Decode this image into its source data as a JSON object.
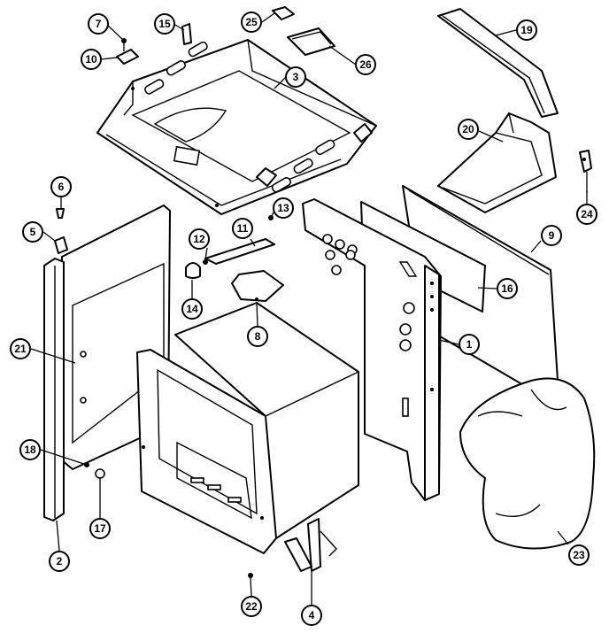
{
  "callouts": [
    {
      "id": "c7",
      "label": "7"
    },
    {
      "id": "c10",
      "label": "10"
    },
    {
      "id": "c15",
      "label": "15"
    },
    {
      "id": "c25",
      "label": "25"
    },
    {
      "id": "c26",
      "label": "26"
    },
    {
      "id": "c3",
      "label": "3"
    },
    {
      "id": "c19",
      "label": "19"
    },
    {
      "id": "c20",
      "label": "20"
    },
    {
      "id": "c24",
      "label": "24"
    },
    {
      "id": "c6",
      "label": "6"
    },
    {
      "id": "c5",
      "label": "5"
    },
    {
      "id": "c12",
      "label": "12"
    },
    {
      "id": "c11",
      "label": "11"
    },
    {
      "id": "c13",
      "label": "13"
    },
    {
      "id": "c9",
      "label": "9"
    },
    {
      "id": "c16",
      "label": "16"
    },
    {
      "id": "c14",
      "label": "14"
    },
    {
      "id": "c8",
      "label": "8"
    },
    {
      "id": "c1",
      "label": "1"
    },
    {
      "id": "c21",
      "label": "21"
    },
    {
      "id": "c18",
      "label": "18"
    },
    {
      "id": "c17",
      "label": "17"
    },
    {
      "id": "c2",
      "label": "2"
    },
    {
      "id": "c22",
      "label": "22"
    },
    {
      "id": "c4",
      "label": "4"
    },
    {
      "id": "c23",
      "label": "23"
    }
  ]
}
